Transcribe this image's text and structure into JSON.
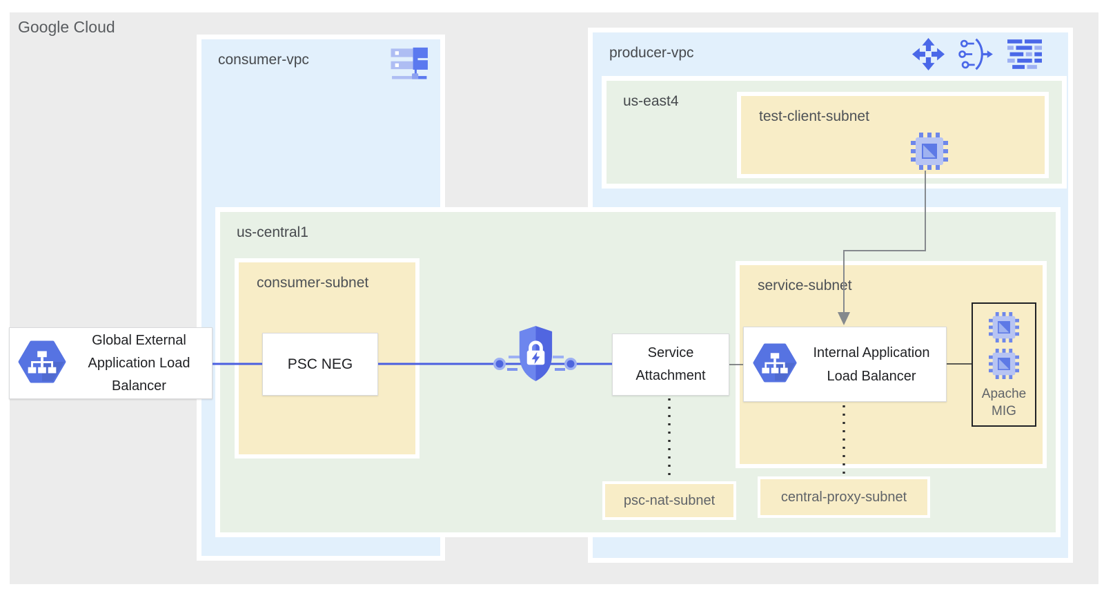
{
  "title": "Google Cloud",
  "vpcs": {
    "consumer": {
      "label": "consumer-vpc"
    },
    "producer": {
      "label": "producer-vpc"
    }
  },
  "regions": {
    "us_east4": {
      "label": "us-east4"
    },
    "us_central1": {
      "label": "us-central1"
    }
  },
  "subnets": {
    "test_client": {
      "label": "test-client-subnet"
    },
    "consumer": {
      "label": "consumer-subnet"
    },
    "service": {
      "label": "service-subnet"
    },
    "psc_nat": {
      "label": "psc-nat-subnet"
    },
    "central_proxy": {
      "label": "central-proxy-subnet"
    }
  },
  "nodes": {
    "global_external_alb": {
      "line1": "Global External",
      "line2": "Application Load",
      "line3": "Balancer"
    },
    "psc_neg": {
      "label": "PSC NEG"
    },
    "service_attachment": {
      "line1": "Service",
      "line2": "Attachment"
    },
    "internal_alb": {
      "line1": "Internal Application",
      "line2": "Load Balancer"
    },
    "apache_mig": {
      "line1": "Apache",
      "line2": "MIG"
    }
  },
  "icons": {
    "consumer_vpc": "vpc-network-icon",
    "producer_vpc": [
      "network-arrows-icon",
      "cloud-nat-icon",
      "firewall-rules-icon"
    ],
    "test_client_subnet": "vm-instance-icon",
    "apache_mig": [
      "vm-instance-icon",
      "vm-instance-icon"
    ],
    "global_external_alb": "load-balancer-hexagon-icon",
    "internal_alb": "load-balancer-hexagon-icon",
    "psc_connection": "psc-shield-lock-icon"
  },
  "colors": {
    "bg-outer": "#ececec",
    "bg-vpc": "#e2f0fc",
    "bg-region": "#e8f1e6",
    "bg-subnet": "#f8edc7",
    "icon-blue": "#4a68e8",
    "icon-blue-light": "#9db0f3",
    "line-blue": "#4a5fe0",
    "line-gray": "#85898d",
    "hex-blue": "#5673e2",
    "shield-left": "#6d86ee",
    "shield-right": "#5166e0",
    "text-dark": "#202124",
    "text-label": "#46494d",
    "text-muted": "#5f6368"
  }
}
